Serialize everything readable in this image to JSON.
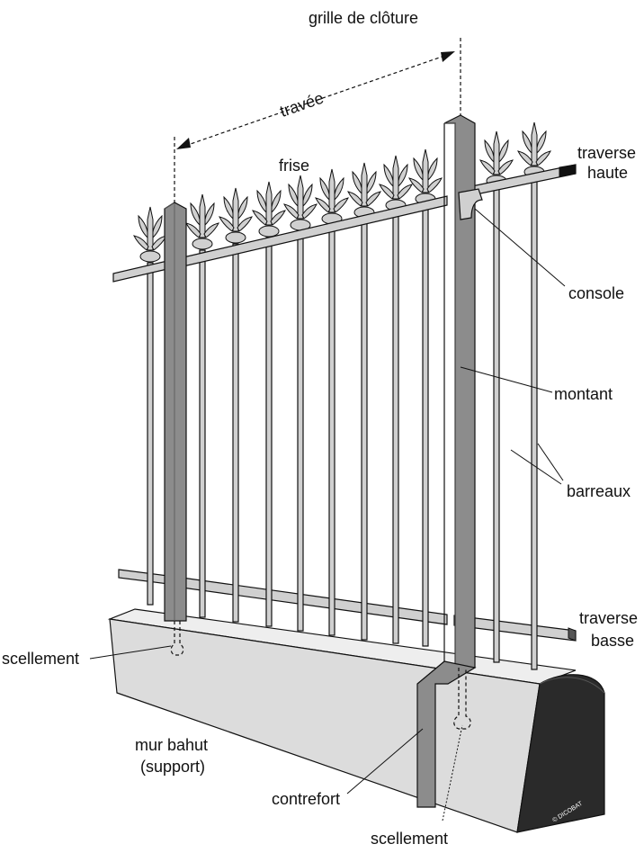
{
  "title": "grille de clôture",
  "labels": {
    "travee": "travée",
    "frise": "frise",
    "traverse_haute_1": "traverse",
    "traverse_haute_2": "haute",
    "console": "console",
    "montant": "montant",
    "barreaux": "barreaux",
    "traverse_basse_1": "traverse",
    "traverse_basse_2": "basse",
    "scellement_left": "scellement",
    "mur_bahut_1": "mur bahut",
    "mur_bahut_2": "(support)",
    "contrefort": "contrefort",
    "scellement_bottom": "scellement"
  },
  "copyright": "© DICOBAT",
  "colors": {
    "wall": "#dcdcdc",
    "wall_end": "#2a2a2a",
    "post": "#8c8c8c",
    "metal": "#d0d0d0",
    "outline": "#111111"
  }
}
